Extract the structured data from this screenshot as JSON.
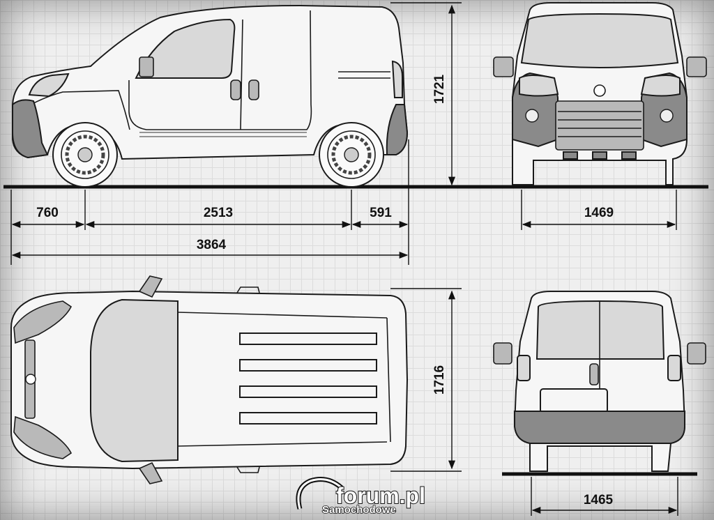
{
  "dimensions": {
    "front_overhang": "760",
    "wheelbase": "2513",
    "rear_overhang": "591",
    "overall_length": "3864",
    "height": "1721",
    "front_track": "1469",
    "width": "1716",
    "rear_track": "1465"
  },
  "watermark": {
    "brand": "forum.pl",
    "sub": "Samochodowe"
  }
}
